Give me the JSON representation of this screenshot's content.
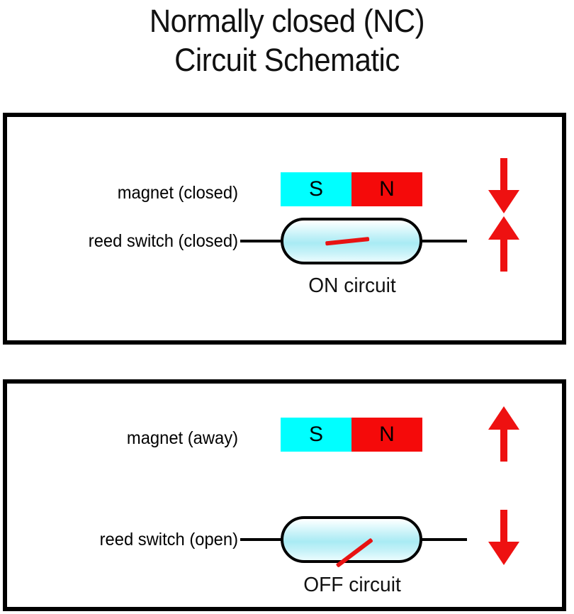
{
  "title": {
    "line1": "Normally closed (NC)",
    "line2": "Circuit Schematic"
  },
  "colors": {
    "south_pole": "#00FFFF",
    "north_pole": "#F50A0A",
    "arrow_red": "#EE1111",
    "contact_red": "#E81212",
    "capsule_fill": "#BFF0F7",
    "outline_black": "#000000"
  },
  "panels": [
    {
      "id": "on",
      "state": "closed",
      "magnet_label": "magnet (closed)",
      "switch_label": "reed switch (closed)",
      "magnet": {
        "south": "S",
        "north": "N"
      },
      "caption": "ON circuit",
      "arrows": [
        {
          "direction": "down",
          "name": "arrow-down-icon"
        },
        {
          "direction": "up",
          "name": "arrow-up-icon"
        }
      ],
      "contact": "closed"
    },
    {
      "id": "off",
      "state": "open",
      "magnet_label": "magnet (away)",
      "switch_label": "reed switch (open)",
      "magnet": {
        "south": "S",
        "north": "N"
      },
      "caption": "OFF circuit",
      "arrows": [
        {
          "direction": "up",
          "name": "arrow-up-icon"
        },
        {
          "direction": "down",
          "name": "arrow-down-icon"
        }
      ],
      "contact": "open"
    }
  ]
}
